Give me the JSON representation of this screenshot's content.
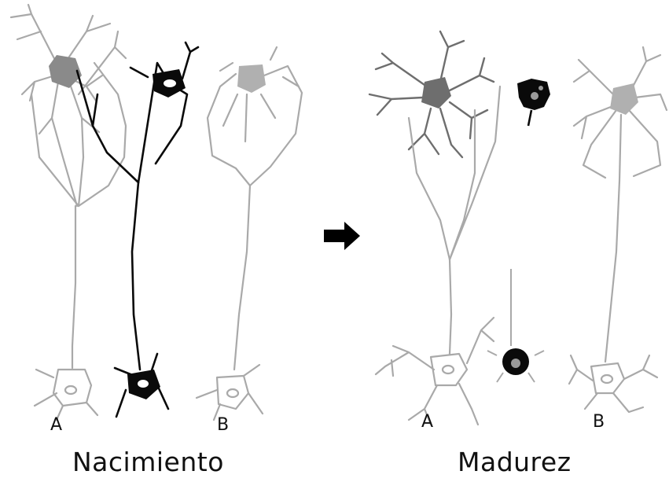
{
  "labels": {
    "left_a": "A",
    "left_b": "B",
    "right_a": "A",
    "right_b": "B",
    "caption_left": "Nacimiento",
    "caption_right": "Madurez"
  },
  "colors": {
    "grey_line": "#a9a9a9",
    "grey_soma": "#8a8a8a",
    "black_cell": "#0a0a0a",
    "arrow": "#000000",
    "background": "#ffffff"
  },
  "icons": {
    "transition_arrow": "right-arrow-icon"
  }
}
